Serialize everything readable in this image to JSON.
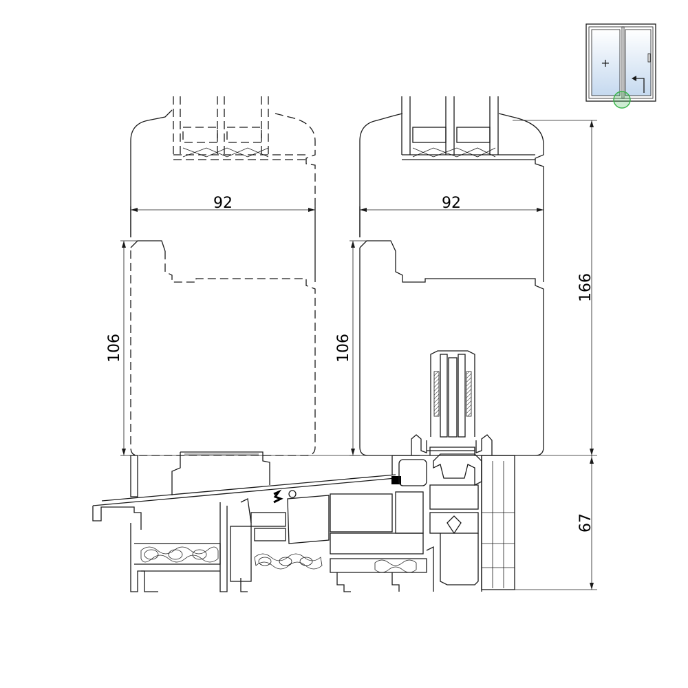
{
  "dimensions": {
    "left_sash_width": "92",
    "right_sash_width": "92",
    "left_sash_height": "106",
    "right_sash_height": "106",
    "total_height": "166",
    "frame_height": "67"
  },
  "thumbnail": {
    "fixed_panel_symbol": "+",
    "highlight_color": "#39b54a",
    "glass_gradient_top": "#ffffff",
    "glass_gradient_bottom": "#c5d9ef"
  },
  "colors": {
    "line": "#1a1a1a",
    "background": "#ffffff",
    "seal": "#000000"
  }
}
